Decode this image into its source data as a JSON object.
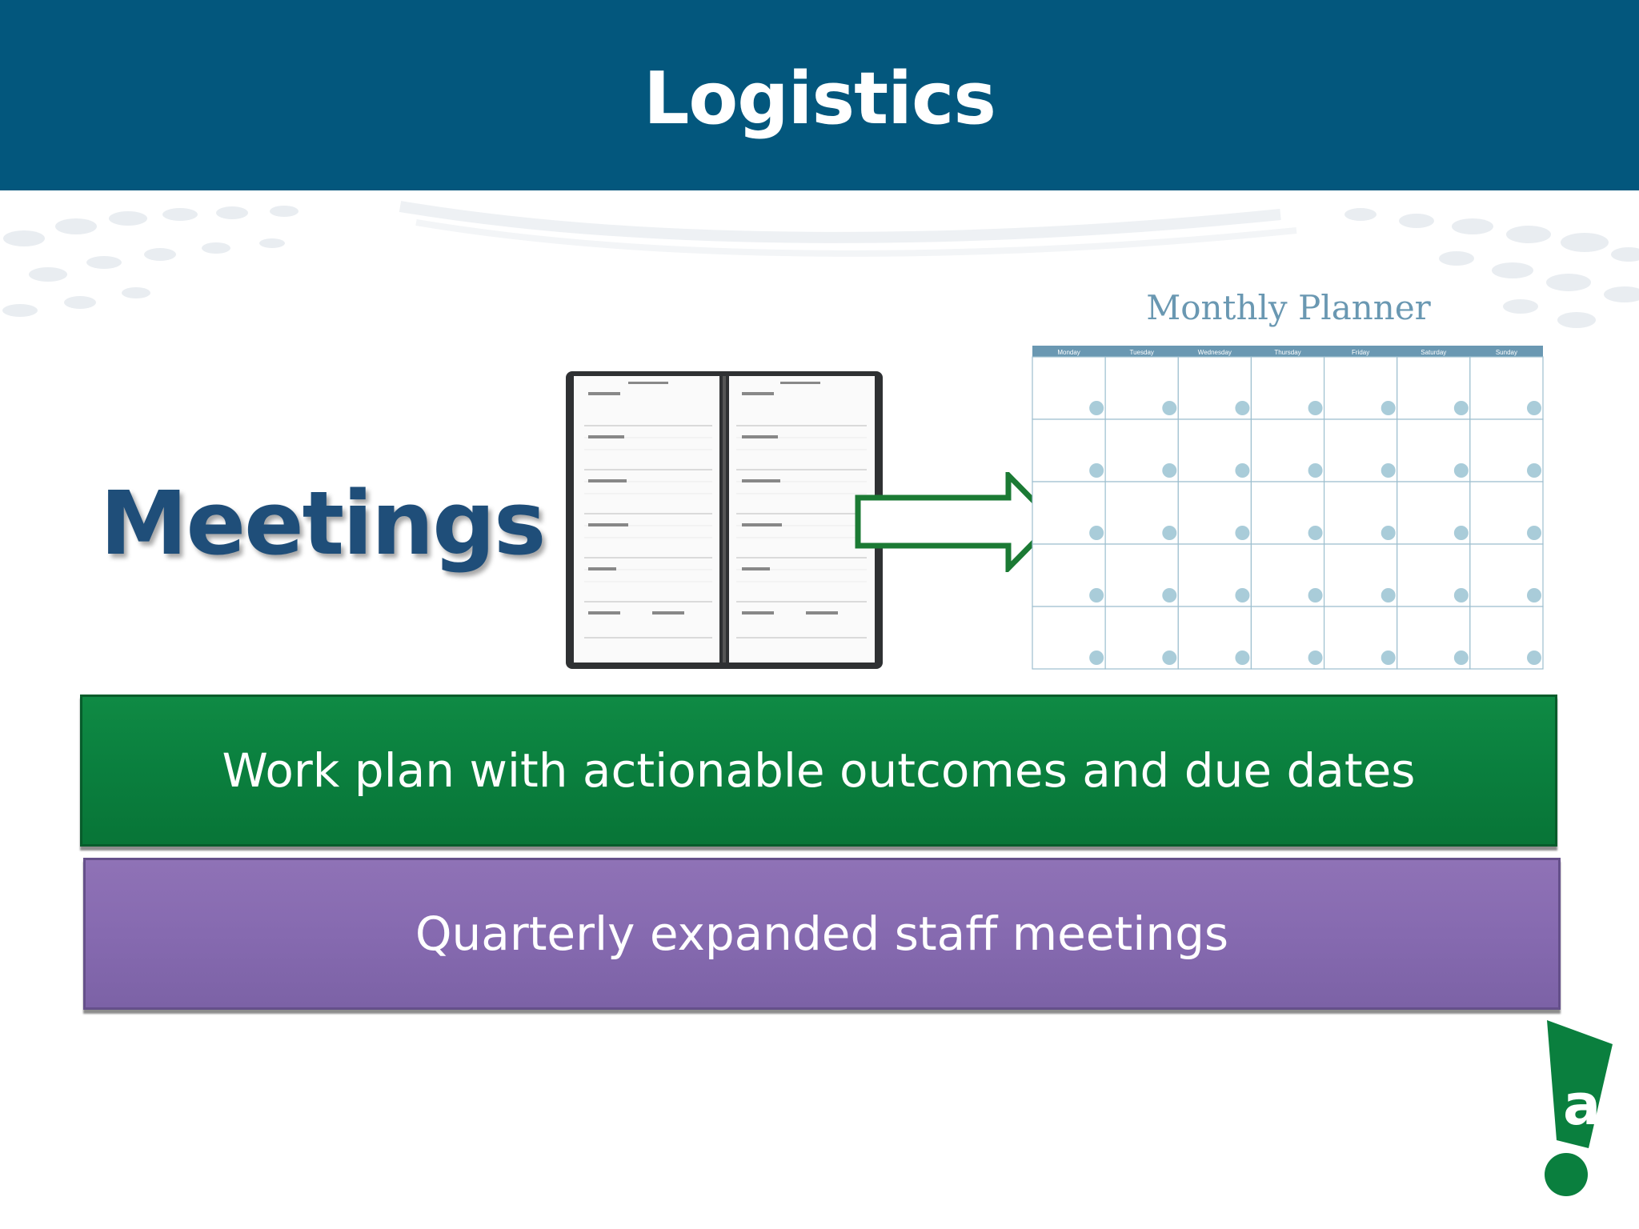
{
  "slide": {
    "title": "Logistics",
    "topic": "Meetings",
    "planner_title": "Monthly Planner",
    "planner_days": [
      "Monday",
      "Tuesday",
      "Wednesday",
      "Thursday",
      "Friday",
      "Saturday",
      "Sunday"
    ],
    "bar_green_text": "Work plan with actionable outcomes and due dates",
    "bar_purple_text": "Quarterly expanded staff meetings"
  },
  "colors": {
    "header": "#03577d",
    "topic_text": "#1f4e79",
    "green_bar": "#0a7f3e",
    "purple_bar": "#866ab0",
    "arrow": "#1b7a34",
    "planner_accent": "#6a98b2"
  }
}
